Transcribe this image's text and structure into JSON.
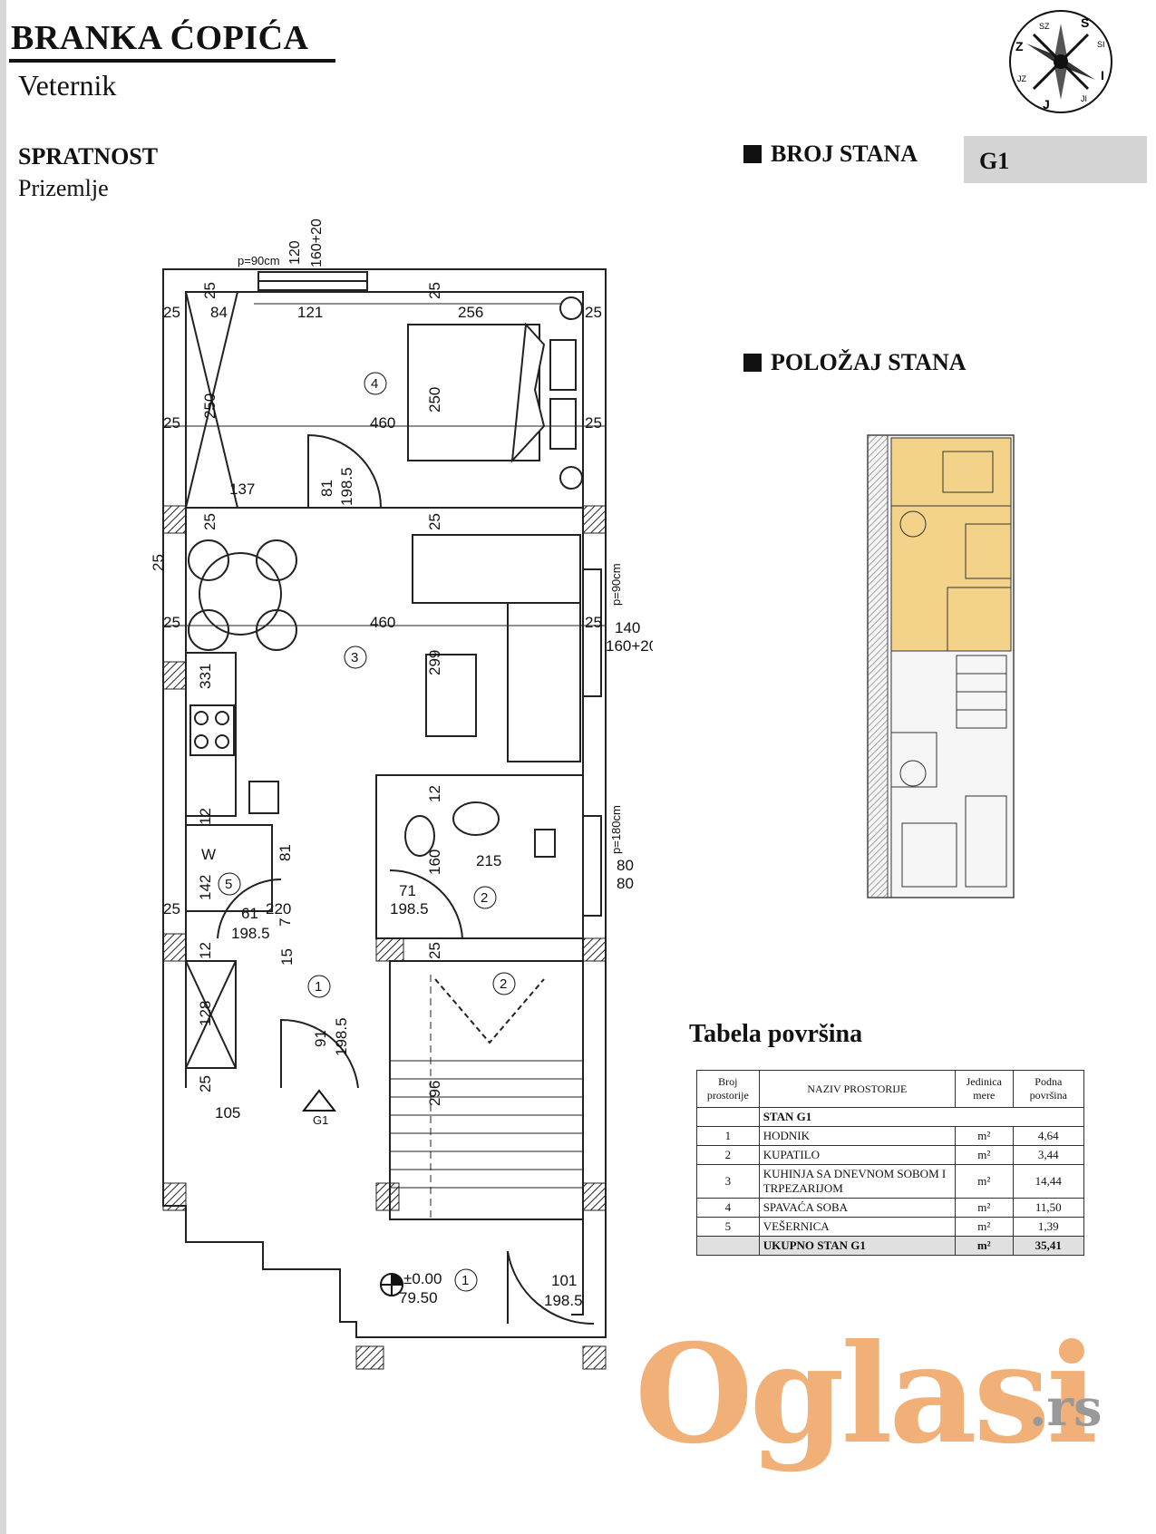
{
  "header": {
    "street": "BRANKA ĆOPIĆA",
    "city": "Veternik"
  },
  "floor": {
    "label": "SPRATNOST",
    "value": "Prizemlje"
  },
  "apartment": {
    "number_label": "BROJ STANA",
    "number": "G1",
    "position_label": "POLOŽAJ STANA"
  },
  "compass": {
    "labels": [
      "S",
      "SI",
      "I",
      "JI",
      "J",
      "JZ",
      "Z",
      "SZ"
    ]
  },
  "plan": {
    "dims": {
      "p90_top": "p=90cm",
      "d120": "120",
      "d160_20": "160+20",
      "d25": "25",
      "d84": "84",
      "d121": "121",
      "d256": "256",
      "d250": "250",
      "d460": "460",
      "d137": "137",
      "d81": "81",
      "d198_5": "198.5",
      "p90_right": "p=90cm",
      "d140": "140",
      "d299": "299",
      "d331": "331",
      "d12": "12",
      "d160": "160",
      "d215": "215",
      "p180": "p=180cm",
      "d80": "80",
      "d142": "142",
      "d71": "71",
      "d61": "61",
      "d220": "220",
      "d7": "7",
      "d15": "15",
      "d128": "128",
      "d91": "91",
      "d296": "296",
      "d105": "105",
      "d101": "101",
      "w": "W",
      "g1": "G1",
      "level": "±0.00",
      "elevation": "79.50"
    },
    "rooms": [
      "1",
      "2",
      "3",
      "4",
      "5"
    ]
  },
  "table": {
    "title": "Tabela površina",
    "headers": [
      "Broj prostorije",
      "NAZIV PROSTORIJE",
      "Jedinica mere",
      "Podna površina"
    ],
    "group": "STAN G1",
    "rows": [
      {
        "no": "1",
        "name": "HODNIK",
        "unit": "m²",
        "area": "4,64"
      },
      {
        "no": "2",
        "name": "KUPATILO",
        "unit": "m²",
        "area": "3,44"
      },
      {
        "no": "3",
        "name": "KUHINJA SA DNEVNOM SOBOM I TRPEZARIJOM",
        "unit": "m²",
        "area": "14,44"
      },
      {
        "no": "4",
        "name": "SPAVAĆA SOBA",
        "unit": "m²",
        "area": "11,50"
      },
      {
        "no": "5",
        "name": "VEŠERNICA",
        "unit": "m²",
        "area": "1,39"
      }
    ],
    "total": {
      "name": "UKUPNO STAN G1",
      "unit": "m²",
      "area": "35,41"
    }
  },
  "watermark": {
    "main": "Oglasi",
    "suffix": ".rs"
  }
}
